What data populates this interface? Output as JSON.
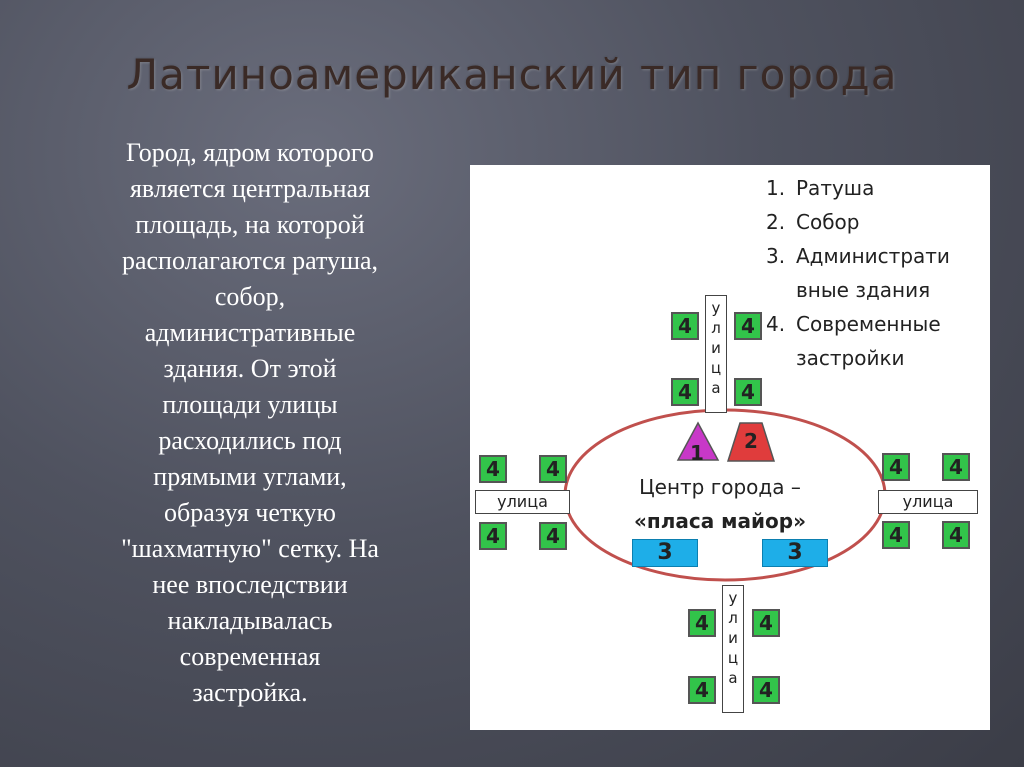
{
  "title": "Латиноамериканский тип города",
  "text_lines": [
    "Город, ядром которого",
    "является центральная",
    "площадь, на которой",
    "располагаются ратуша,",
    "собор,",
    "административные",
    "здания. От этой",
    "площади улицы",
    "расходились под",
    "прямыми углами,",
    "образуя четкую",
    "\"шахматную\" сетку. На",
    "нее впоследствии",
    "накладывалась",
    "современная",
    "застройка."
  ],
  "diagram": {
    "legend": [
      {
        "num": "1.",
        "label": "Ратуша"
      },
      {
        "num": "2.",
        "label": "Собор"
      },
      {
        "num": "3.",
        "label": "Администрати"
      },
      {
        "num": "",
        "label": "вные здания"
      },
      {
        "num": "4.",
        "label": "Современные"
      },
      {
        "num": "",
        "label": "застройки"
      }
    ],
    "center_line1": "Центр города –",
    "center_line2": "«пласа майор»",
    "street_label": "улица",
    "street_letters": [
      "у",
      "л",
      "и",
      "ц",
      "а"
    ],
    "markers": {
      "townhall": "1",
      "cathedral": "2",
      "admin": "3",
      "modern": "4"
    },
    "colors": {
      "modern": "#32c44a",
      "admin": "#1eaee8",
      "townhall": "#c838c8",
      "cathedral": "#e03c3c",
      "oval": "#c0504d"
    }
  }
}
